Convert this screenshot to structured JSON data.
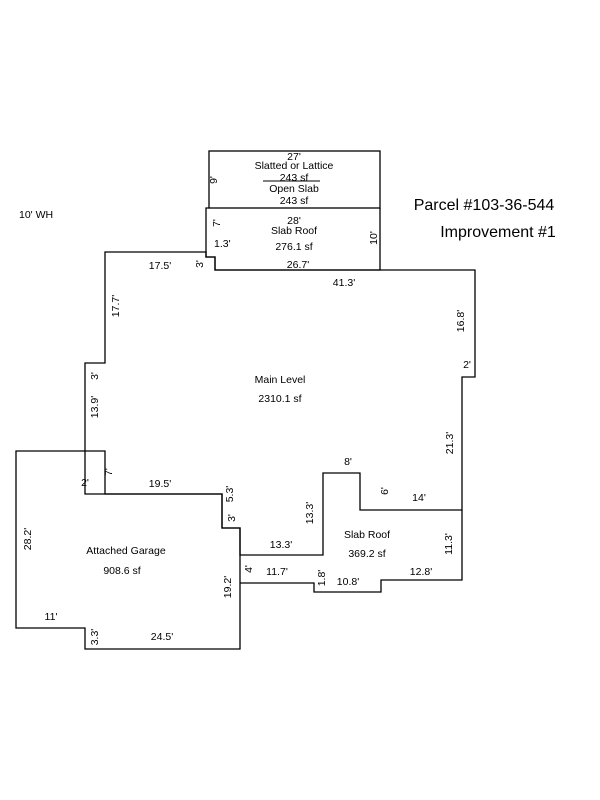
{
  "header": {
    "parcel": "Parcel #103-36-544",
    "improvement": "Improvement #1",
    "wall_height": "10' WH"
  },
  "areas": {
    "upper_slatted": {
      "name": "Slatted or Lattice",
      "area": "243 sf"
    },
    "upper_open": {
      "name": "Open Slab",
      "area": "243 sf"
    },
    "slab_roof_top": {
      "name": "Slab Roof",
      "area": "276.1 sf"
    },
    "main_level": {
      "name": "Main Level",
      "area": "2310.1 sf"
    },
    "slab_roof_right": {
      "name": "Slab Roof",
      "area": "369.2 sf"
    },
    "garage": {
      "name": "Attached Garage",
      "area": "908.6 sf"
    }
  },
  "dimensions": {
    "d27": "27'",
    "d9": "9'",
    "d28": "28'",
    "d7a": "7'",
    "d10": "10'",
    "d1_3": "1.3'",
    "d3a": "3'",
    "d17_5": "17.5'",
    "d26_7": "26.7'",
    "d41_3": "41.3'",
    "d17_7": "17.7'",
    "d16_8": "16.8'",
    "d2a": "2'",
    "d3b": "3'",
    "d13_9": "13.9'",
    "d21_3": "21.3'",
    "d7b": "7'",
    "d2b": "2'",
    "d19_5": "19.5'",
    "d5_3": "5.3'",
    "d3c": "3'",
    "d8": "8'",
    "d6": "6'",
    "d14": "14'",
    "d13_3a": "13.3'",
    "d13_3b": "13.3'",
    "d11_3": "11.3'",
    "d28_2": "28.2'",
    "d4": "4'",
    "d11_7": "11.7'",
    "d1_8": "1.8'",
    "d10_8": "10.8'",
    "d12_8": "12.8'",
    "d19_2": "19.2'",
    "d11": "11'",
    "d3_3": "3.3'",
    "d24_5": "24.5'"
  }
}
